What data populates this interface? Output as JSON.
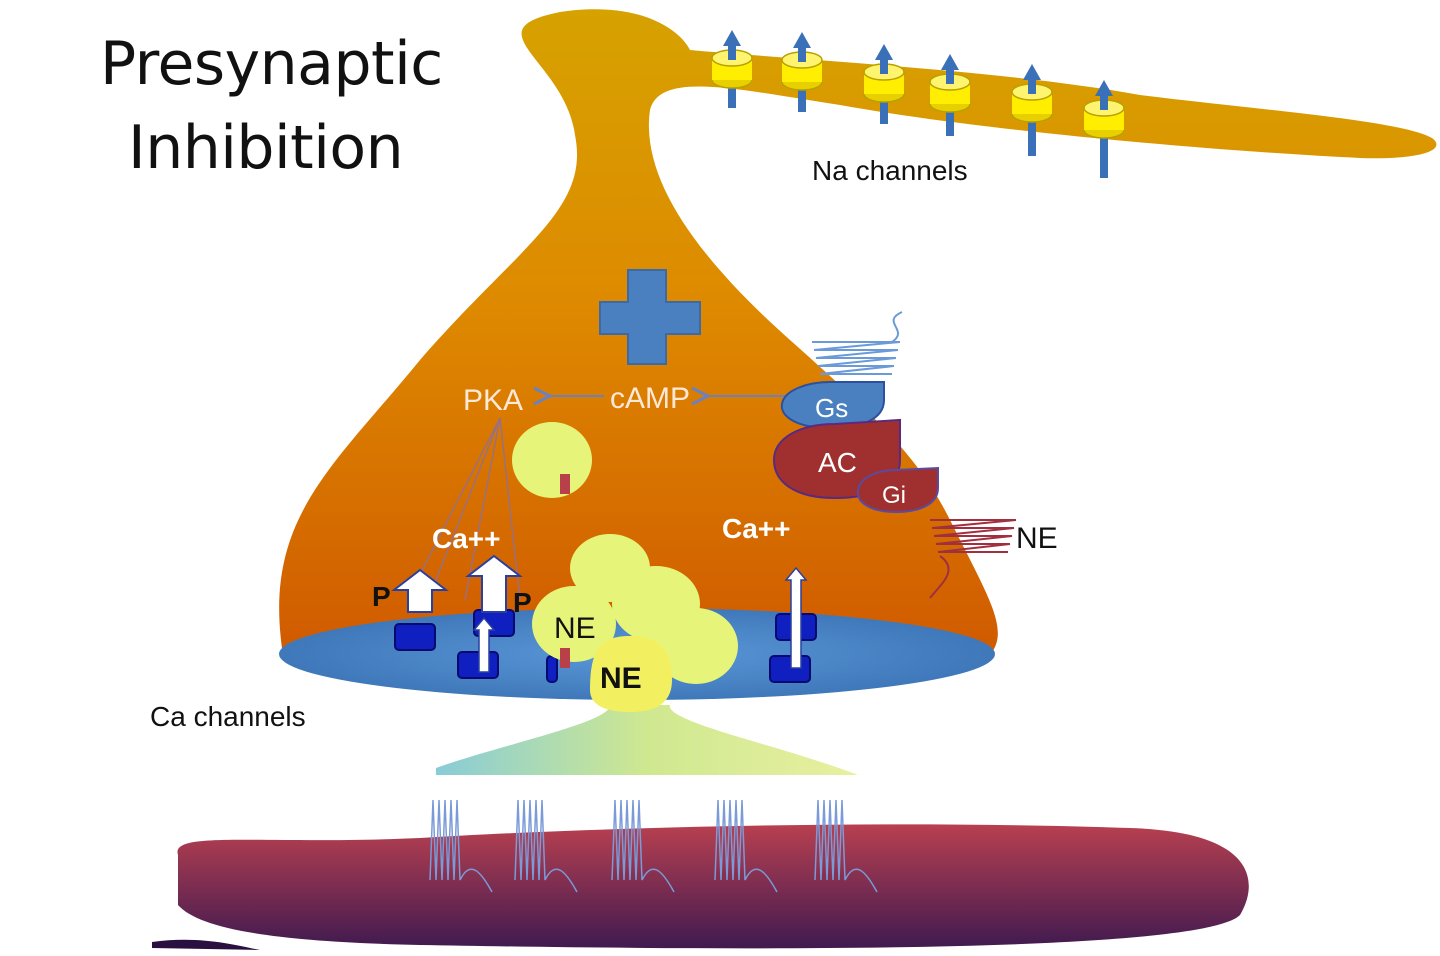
{
  "title": {
    "line1": "Presynaptic",
    "line2": "Inhibition"
  },
  "labels": {
    "na_channels": "Na channels",
    "ca_channels": "Ca channels",
    "pka": "PKA",
    "camp": "cAMP",
    "gs": "Gs",
    "ac": "AC",
    "gi": "Gi",
    "ne_receptor": "NE",
    "ca_left": "Ca++",
    "ca_right": "Ca++",
    "p_left": "P",
    "p_right": "P",
    "ne_vesicle": "NE",
    "ne_release": "NE"
  },
  "colors": {
    "terminal_top": "#d6a200",
    "terminal_bottom": "#d05a00",
    "active_zone": "#4a86c8",
    "na_channel": "#ffee00",
    "ca_channel": "#1020c0",
    "vesicle": "#e6f57a",
    "gs": "#4a80c0",
    "ac": "#a03030",
    "plus_sign": "#4a80c0",
    "postsynaptic": "#7a2040"
  }
}
